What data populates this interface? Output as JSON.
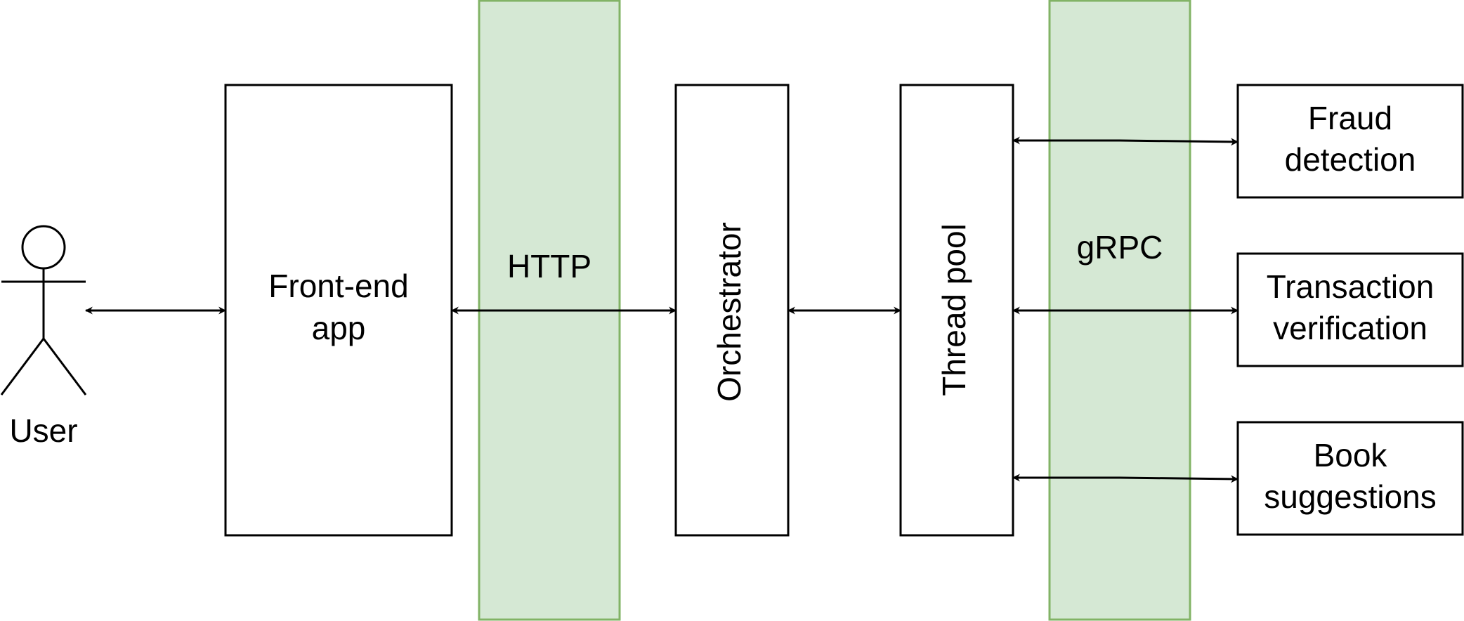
{
  "colors": {
    "band_fill": "#d5e8d4",
    "band_stroke": "#82b366",
    "stroke": "#000000",
    "background": "#ffffff"
  },
  "actor": {
    "label": "User",
    "icon": "stick-figure-icon"
  },
  "protocols": {
    "http": "HTTP",
    "grpc": "gRPC"
  },
  "nodes": {
    "frontend": [
      "Front-end",
      "app"
    ],
    "orchestrator": "Orchestrator",
    "thread_pool": "Thread pool",
    "fraud": [
      "Fraud",
      "detection"
    ],
    "transaction": [
      "Transaction",
      "verification"
    ],
    "book": [
      "Book",
      "suggestions"
    ]
  }
}
